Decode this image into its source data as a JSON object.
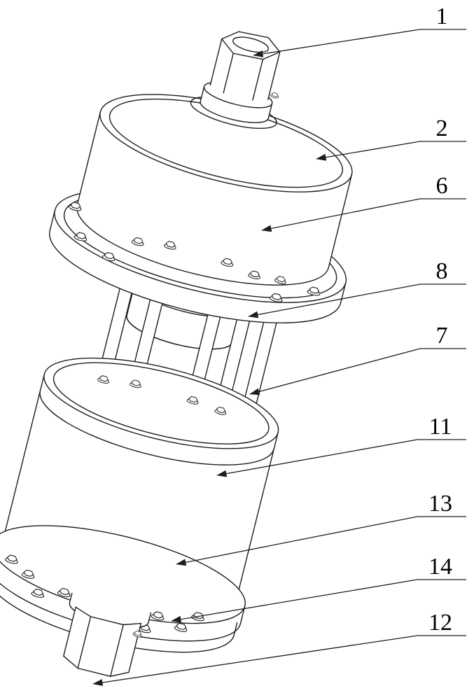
{
  "figure": {
    "background_color": "#ffffff",
    "line_color": "#1d1d1d",
    "callouts": [
      {
        "label": "1",
        "part": "upper-hex-shaft-end"
      },
      {
        "label": "2",
        "part": "upper-drum-housing"
      },
      {
        "label": "6",
        "part": "upper-flange-plate"
      },
      {
        "label": "8",
        "part": "tie-rod"
      },
      {
        "label": "7",
        "part": "lower-drum-end-cap"
      },
      {
        "label": "11",
        "part": "lower-drum-body"
      },
      {
        "label": "13",
        "part": "lower-flange-ring"
      },
      {
        "label": "14",
        "part": "bottom-end-plate"
      },
      {
        "label": "12",
        "part": "lower-hex-shaft-end"
      }
    ]
  }
}
